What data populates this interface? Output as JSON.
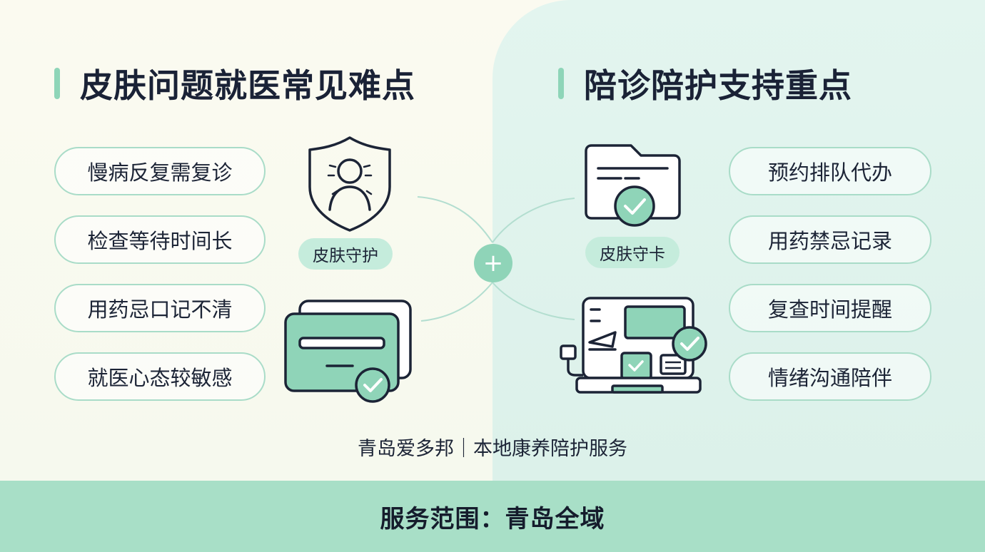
{
  "left": {
    "title": "皮肤问题就医常见难点",
    "items": [
      "慢病反复需复诊",
      "检查等待时间长",
      "用药忌口记不清",
      "就医心态较敏感"
    ],
    "tag": "皮肤守护"
  },
  "right": {
    "title": "陪诊陪护支持重点",
    "items": [
      "预约排队代办",
      "用药禁忌记录",
      "复查时间提醒",
      "情绪沟通陪伴"
    ],
    "tag": "皮肤守卡"
  },
  "center": {
    "plus": "+"
  },
  "brand": "青岛爱多邦｜本地康养陪护服务",
  "footer": "服务范围：青岛全域",
  "colors": {
    "accent": "#8ed5b8",
    "footer_bg": "#a8dfc7",
    "ink": "#1c2436"
  },
  "icons": [
    "shield-person-icon",
    "card-check-icon",
    "folder-check-icon",
    "terminal-check-icon"
  ]
}
